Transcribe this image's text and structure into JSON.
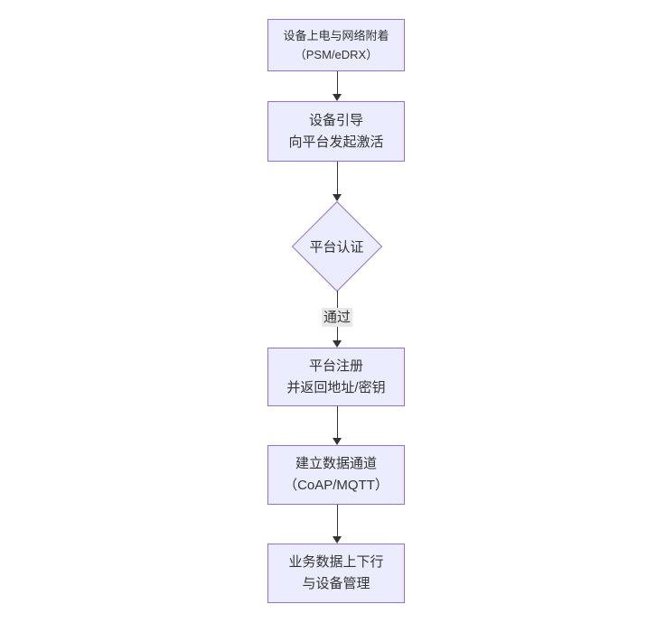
{
  "diagram": {
    "type": "flowchart-vertical",
    "colors": {
      "node_fill": "#ECECFF",
      "node_border": "#9370DB",
      "text": "#333333",
      "arrow": "#333333",
      "edge_label_bg": "#e8e8e8"
    },
    "nodes": {
      "power_attach": {
        "line1": "设备上电与网络附着",
        "line2": "（PSM/eDRX）"
      },
      "bootstrap": {
        "line1": "设备引导",
        "line2": "向平台发起激活"
      },
      "platform_auth": {
        "label": "平台认证"
      },
      "platform_register": {
        "line1": "平台注册",
        "line2": "并返回地址/密钥"
      },
      "data_channel": {
        "line1": "建立数据通道",
        "line2": "（CoAP/MQTT）"
      },
      "business_data": {
        "line1": "业务数据上下行",
        "line2": "与设备管理"
      }
    },
    "edges": {
      "auth_pass_label": "通过"
    }
  }
}
